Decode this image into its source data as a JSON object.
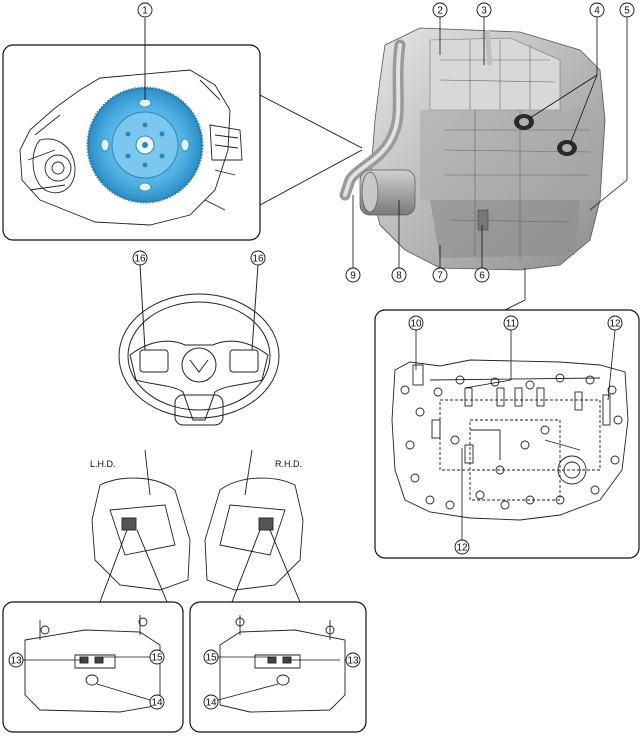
{
  "callouts": {
    "c1": "1",
    "c2": "2",
    "c3": "3",
    "c4": "4",
    "c5": "5",
    "c6": "6",
    "c7": "7",
    "c8": "8",
    "c9": "9",
    "c10": "10",
    "c11": "11",
    "c12": "12",
    "c13": "13",
    "c14": "14",
    "c15": "15",
    "c16": "16"
  },
  "labels": {
    "lhd": "L.H.D.",
    "rhd": "R.H.D."
  }
}
